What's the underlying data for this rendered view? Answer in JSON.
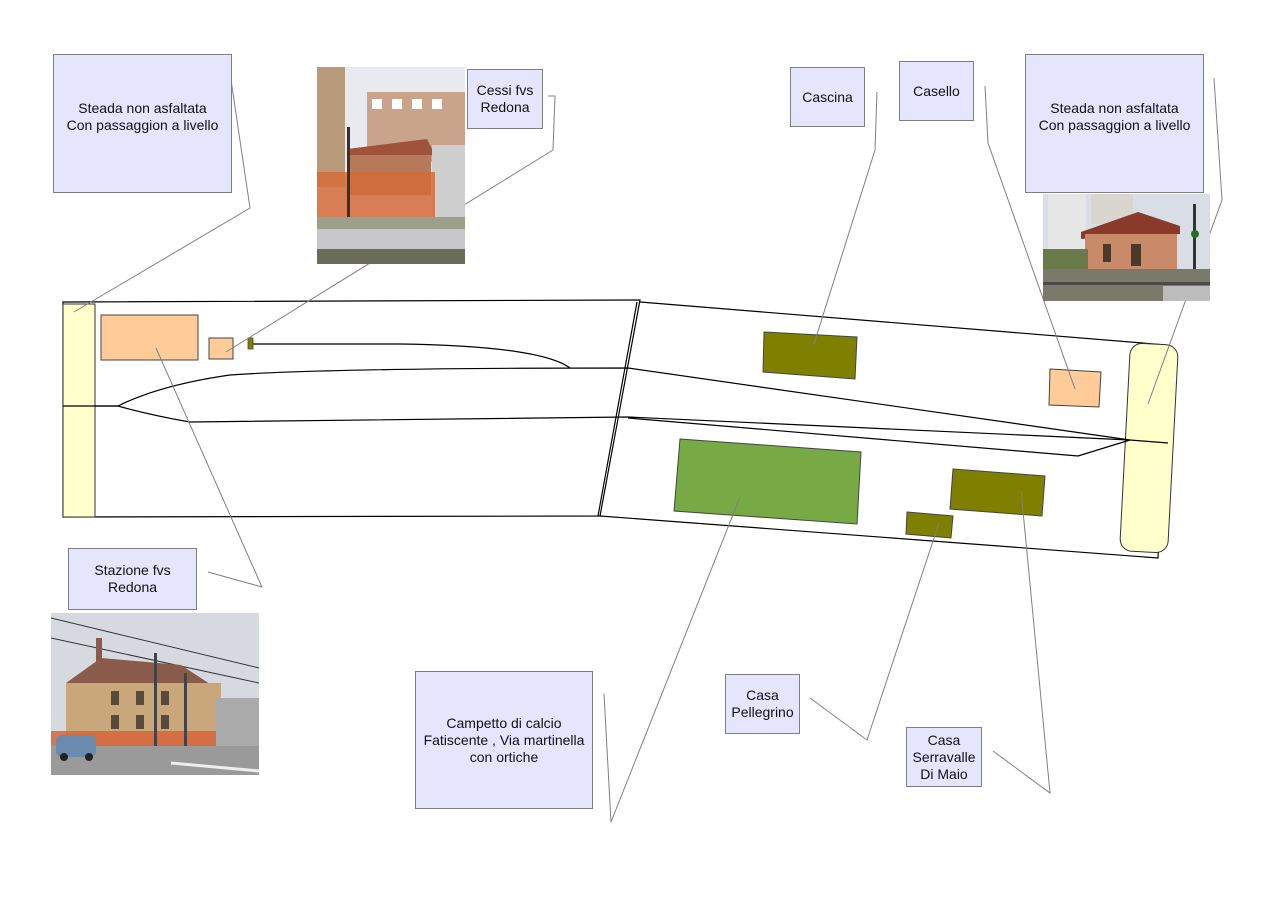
{
  "colors": {
    "label_fill": "#e5e5fd",
    "track_area_yellow": "#ffffcc",
    "building_orange": "#ffcc99",
    "building_olive": "#808000",
    "field_green": "#77aa44",
    "outline": "#000000",
    "leader_line": "#808080"
  },
  "labels": {
    "steada_left": "Steada non asfaltata\nCon passaggion a livello",
    "cessi": "Cessi fvs\nRedona",
    "cascina": "Cascina",
    "casello": "Casello",
    "steada_right": "Steada non asfaltata\nCon passaggion a livello",
    "stazione": "Stazione fvs\nRedona",
    "campetto": "Campetto di calcio\nFatiscente , Via martinella\ncon ortiche",
    "pellegrino": "Casa\nPellegrino",
    "serravalle": "Casa\nSerravalle\nDi Maio"
  },
  "photos": {
    "cessi_photo": "photo-of-toilets-building",
    "casello_photo": "photo-of-level-crossing-house",
    "stazione_photo": "photo-of-station-building"
  }
}
